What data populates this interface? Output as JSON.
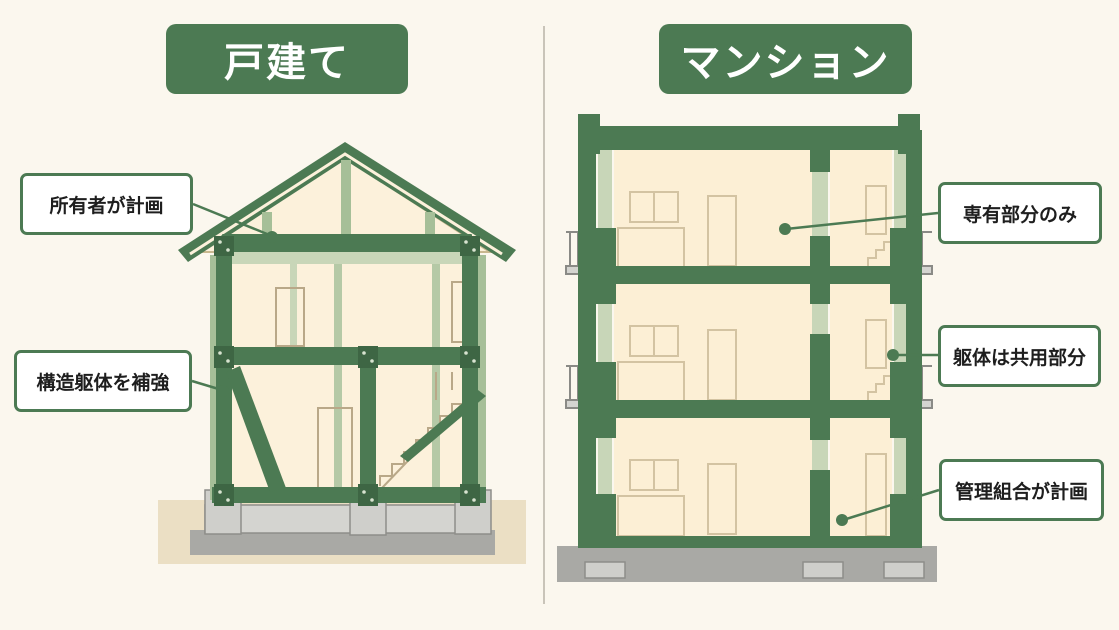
{
  "titles": {
    "house": "戸建て",
    "mansion": "マンション"
  },
  "callouts": {
    "house_owner_plans": "所有者が計画",
    "house_reinforce": "構造躯体を補強",
    "mansion_private_only": "専有部分のみ",
    "mansion_frame_common": "躯体は共用部分",
    "mansion_association_plans": "管理組合が計画"
  },
  "colors": {
    "frame_green": "#4c7a53",
    "light_frame": "#a6bf98",
    "interior_fill": "#fcefd5",
    "ground": "#e8dcc2",
    "concrete": "#cfcfcb",
    "background": "#fbf7ee"
  }
}
